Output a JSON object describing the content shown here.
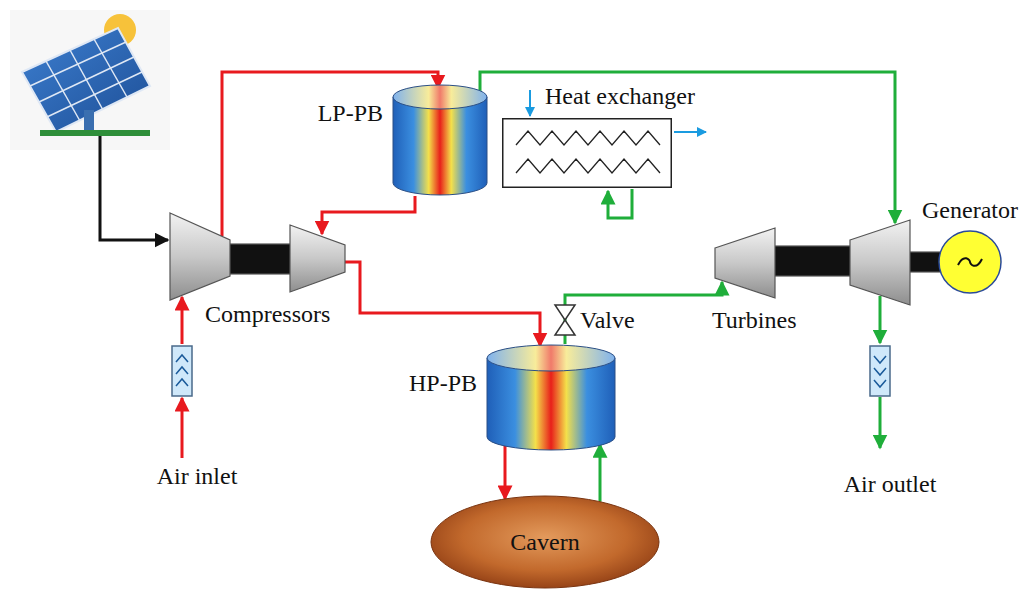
{
  "diagram": {
    "nodes": [
      {
        "text": [
          "LP-PB"
        ]
      },
      {
        "text": [
          "Heat exchanger"
        ]
      },
      {
        "text": [
          "Generator"
        ]
      },
      {
        "text": [
          "HP-PB"
        ]
      },
      {
        "text": [
          "Cavern"
        ]
      }
    ],
    "edges": [
      {
        "from": 3,
        "to": 4,
        "arrow": "to"
      },
      {
        "from": 4,
        "to": 3,
        "arrow": "to"
      }
    ],
    "labels": [
      "Compressors",
      "Valve",
      "Turbines",
      "Air inlet",
      "Air outlet"
    ]
  }
}
